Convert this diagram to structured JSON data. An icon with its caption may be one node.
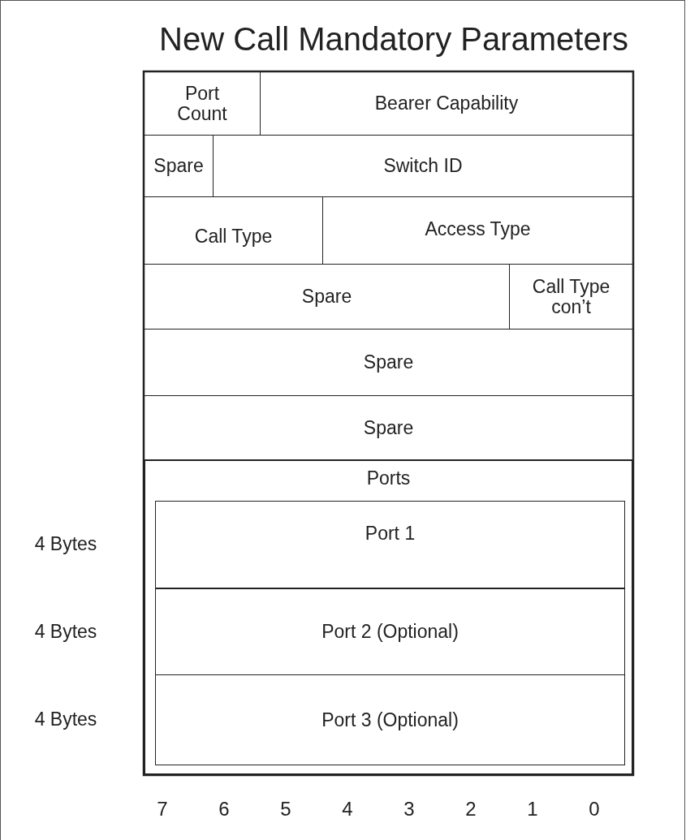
{
  "diagram": {
    "title": "New Call Mandatory Parameters",
    "nodes": [
      {
        "text": [
          "Port Count"
        ]
      },
      {
        "text": [
          "Bearer Capability"
        ]
      },
      {
        "text": [
          "Spare"
        ]
      },
      {
        "text": [
          "Switch ID"
        ]
      },
      {
        "text": [
          "Call Type"
        ]
      },
      {
        "text": [
          "Access Type"
        ]
      },
      {
        "text": [
          "Spare"
        ]
      },
      {
        "text": [
          "Call Type con’t"
        ]
      },
      {
        "text": [
          "Spare"
        ]
      },
      {
        "text": [
          "Spare"
        ]
      },
      {
        "text": [
          "Ports"
        ]
      },
      {
        "text": [
          "Port 1"
        ],
        "in": 10,
        "beside": [
          "4 Bytes"
        ]
      },
      {
        "text": [
          "Port 2 (Optional)"
        ],
        "in": 10,
        "beside": [
          "4 Bytes"
        ]
      },
      {
        "text": [
          "Port 3 (Optional)"
        ],
        "in": 10,
        "beside": [
          "4 Bytes"
        ]
      }
    ],
    "edges": [],
    "labels": [
      "7",
      "6",
      "5",
      "4",
      "3",
      "2",
      "1",
      "0"
    ]
  }
}
